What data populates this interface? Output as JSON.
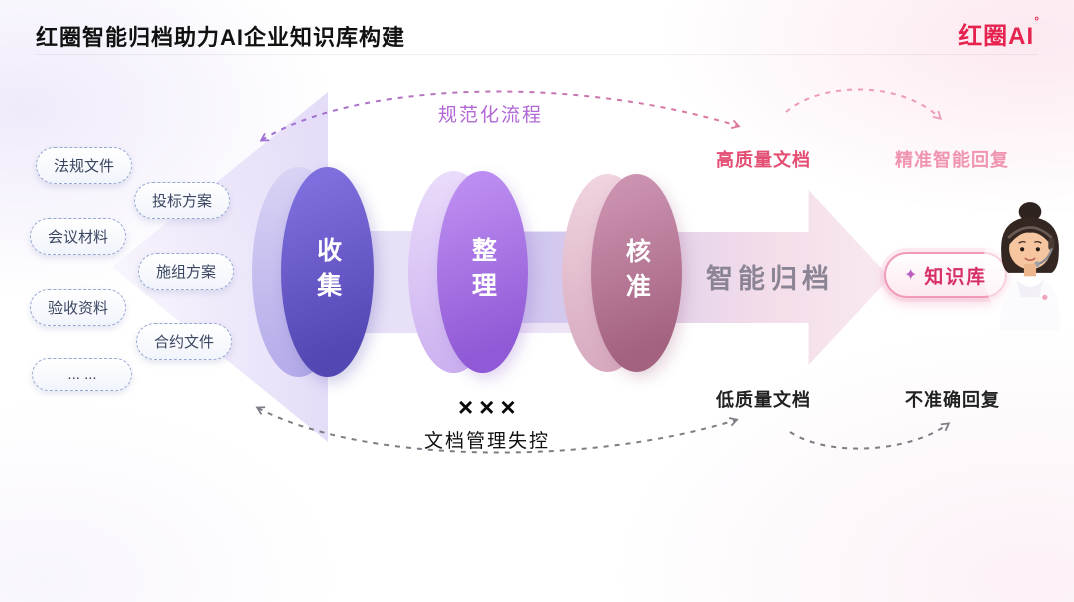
{
  "header": {
    "title": "红圈智能归档助力AI企业知识库构建",
    "logo_text": "红圈AI",
    "logo_mark": "°"
  },
  "source_docs": [
    "法规文件",
    "投标方案",
    "会议材料",
    "施组方案",
    "验收资料",
    "合约文件",
    "... ..."
  ],
  "pipeline": {
    "stages": [
      "收集",
      "整理",
      "核准"
    ],
    "arrow_label": "智能归档",
    "result_icon": "✦",
    "result_label": "知识库"
  },
  "good_path": {
    "process_label": "规范化流程",
    "doc_label": "高质量文档",
    "reply_label": "精准智能回复"
  },
  "bad_path": {
    "marks": "×××",
    "process_label": "文档管理失控",
    "doc_label": "低质量文档",
    "reply_label": "不准确回复"
  },
  "colors": {
    "brand": "#e6234f",
    "good_doc": "#e34e72",
    "good_reply": "#f094b0",
    "process_purple": "#b168d6",
    "stage1": "#5347b4",
    "stage2": "#9059d6",
    "stage3": "#a3627f"
  }
}
